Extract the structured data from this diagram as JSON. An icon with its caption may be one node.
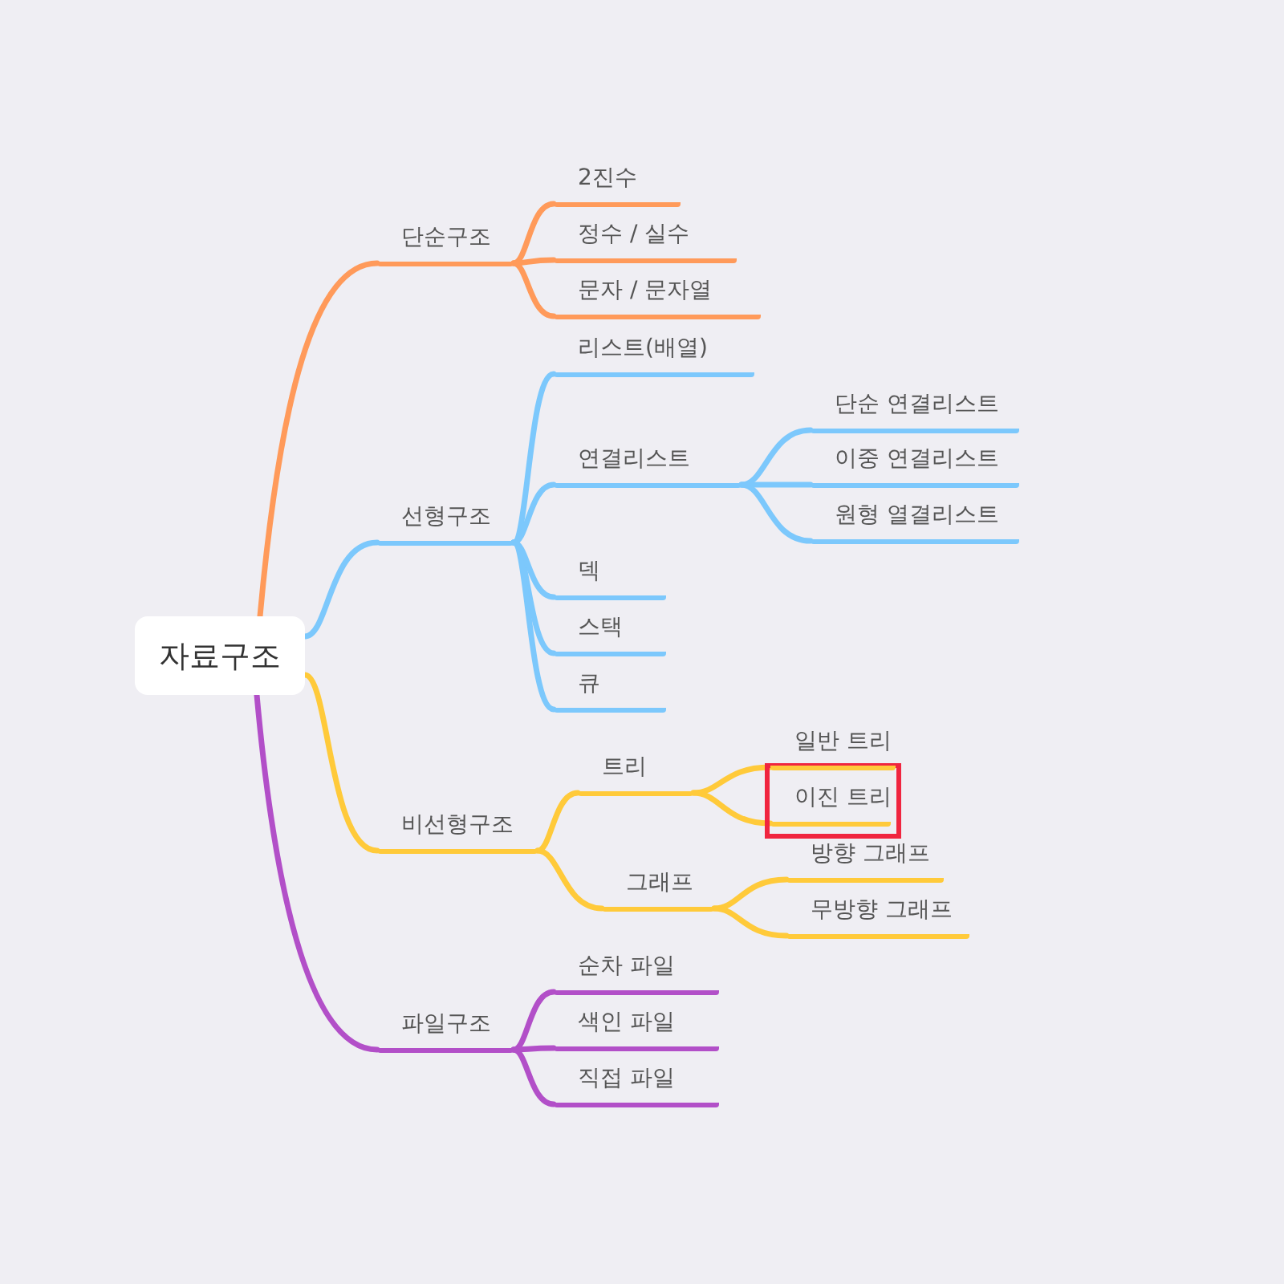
{
  "diagram": {
    "nodes": [
      {
        "text": [
          "자료구조"
        ]
      },
      {
        "text": [
          "단순구조"
        ]
      },
      {
        "text": [
          "2진수"
        ]
      },
      {
        "text": [
          "정수 / 실수"
        ]
      },
      {
        "text": [
          "문자 / 문자열"
        ]
      },
      {
        "text": [
          "선형구조"
        ]
      },
      {
        "text": [
          "리스트(배열)"
        ]
      },
      {
        "text": [
          "연결리스트"
        ]
      },
      {
        "text": [
          "단순 연결리스트"
        ]
      },
      {
        "text": [
          "이중 연결리스트"
        ]
      },
      {
        "text": [
          "원형 열결리스트"
        ]
      },
      {
        "text": [
          "덱"
        ]
      },
      {
        "text": [
          "스택"
        ]
      },
      {
        "text": [
          "큐"
        ]
      },
      {
        "text": [
          "비선형구조"
        ]
      },
      {
        "text": [
          "트리"
        ]
      },
      {
        "text": [
          "일반 트리"
        ]
      },
      {
        "text": [
          "이진 트리"
        ]
      },
      {
        "text": [
          "그래프"
        ]
      },
      {
        "text": [
          "방향 그래프"
        ]
      },
      {
        "text": [
          "무방향 그래프"
        ]
      },
      {
        "text": [
          "파일구조"
        ]
      },
      {
        "text": [
          "순차 파일"
        ]
      },
      {
        "text": [
          "색인 파일"
        ]
      },
      {
        "text": [
          "직접 파일"
        ]
      }
    ],
    "edges": [
      {
        "from": 0,
        "to": 1,
        "arrow": "none",
        "color": "#ff9a5a"
      },
      {
        "from": 1,
        "to": 2,
        "arrow": "none",
        "color": "#ff9a5a"
      },
      {
        "from": 1,
        "to": 3,
        "arrow": "none",
        "color": "#ff9a5a"
      },
      {
        "from": 1,
        "to": 4,
        "arrow": "none",
        "color": "#ff9a5a"
      },
      {
        "from": 0,
        "to": 5,
        "arrow": "none",
        "color": "#7cc8fc"
      },
      {
        "from": 5,
        "to": 6,
        "arrow": "none",
        "color": "#7cc8fc"
      },
      {
        "from": 5,
        "to": 7,
        "arrow": "none",
        "color": "#7cc8fc"
      },
      {
        "from": 7,
        "to": 8,
        "arrow": "none",
        "color": "#7cc8fc"
      },
      {
        "from": 7,
        "to": 9,
        "arrow": "none",
        "color": "#7cc8fc"
      },
      {
        "from": 7,
        "to": 10,
        "arrow": "none",
        "color": "#7cc8fc"
      },
      {
        "from": 5,
        "to": 11,
        "arrow": "none",
        "color": "#7cc8fc"
      },
      {
        "from": 5,
        "to": 12,
        "arrow": "none",
        "color": "#7cc8fc"
      },
      {
        "from": 5,
        "to": 13,
        "arrow": "none",
        "color": "#7cc8fc"
      },
      {
        "from": 0,
        "to": 14,
        "arrow": "none",
        "color": "#ffca3a"
      },
      {
        "from": 14,
        "to": 15,
        "arrow": "none",
        "color": "#ffca3a"
      },
      {
        "from": 15,
        "to": 16,
        "arrow": "none",
        "color": "#ffca3a"
      },
      {
        "from": 15,
        "to": 17,
        "arrow": "none",
        "color": "#ffca3a"
      },
      {
        "from": 14,
        "to": 18,
        "arrow": "none",
        "color": "#ffca3a"
      },
      {
        "from": 18,
        "to": 19,
        "arrow": "none",
        "color": "#ffca3a"
      },
      {
        "from": 18,
        "to": 20,
        "arrow": "none",
        "color": "#ffca3a"
      },
      {
        "from": 0,
        "to": 21,
        "arrow": "none",
        "color": "#b24fc8"
      },
      {
        "from": 21,
        "to": 22,
        "arrow": "none",
        "color": "#b24fc8"
      },
      {
        "from": 21,
        "to": 23,
        "arrow": "none",
        "color": "#b24fc8"
      },
      {
        "from": 21,
        "to": 24,
        "arrow": "none",
        "color": "#b24fc8"
      }
    ]
  }
}
